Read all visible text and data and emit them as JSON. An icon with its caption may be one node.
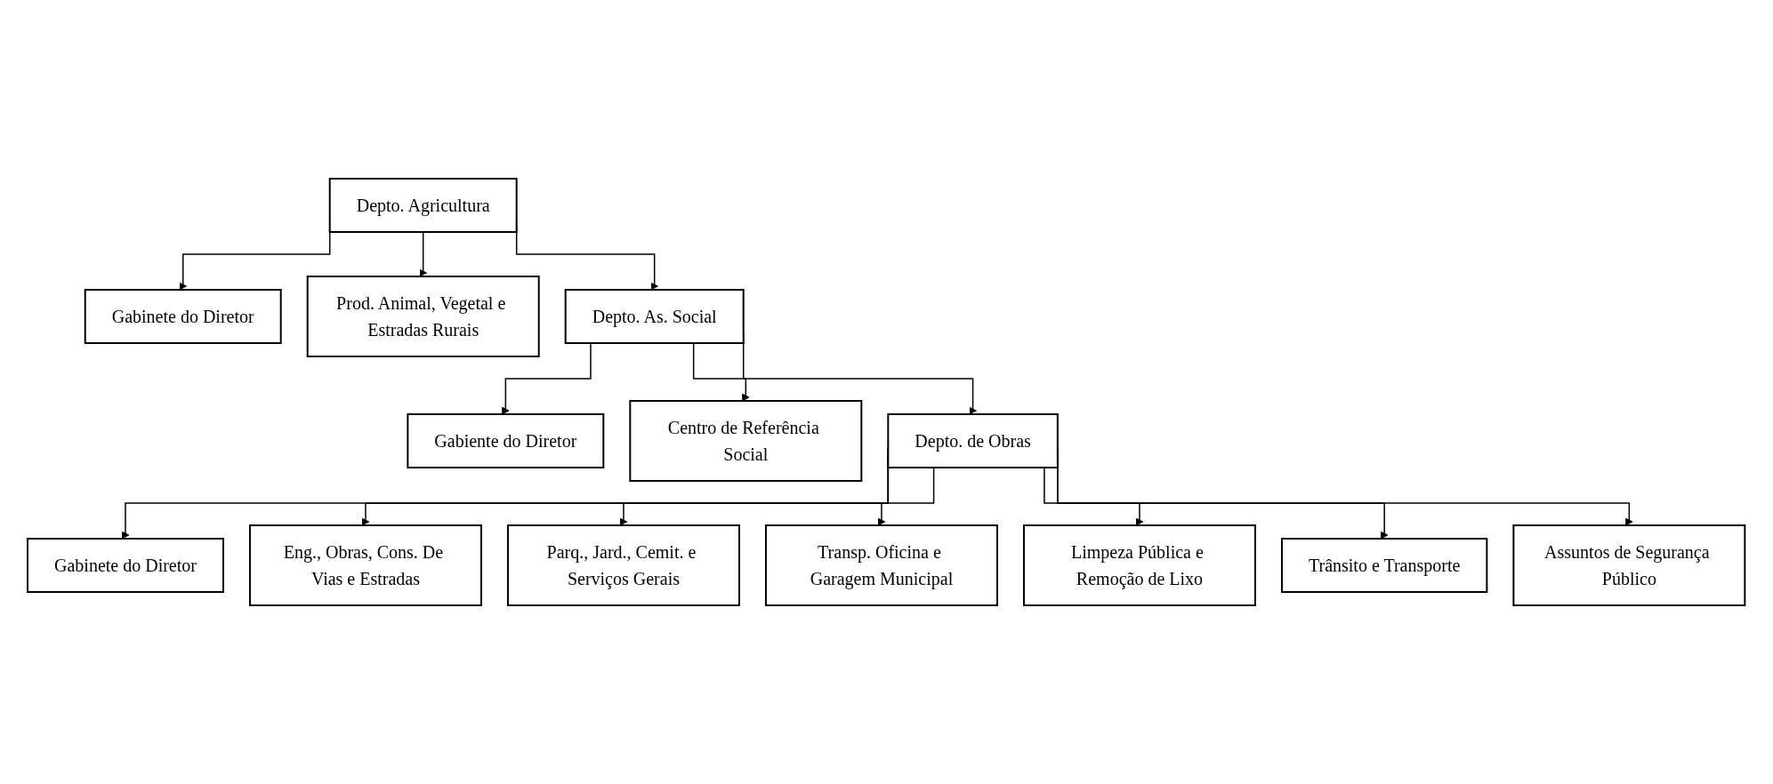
{
  "diagram": {
    "nodes": [
      {
        "text": [
          "Depto. Agricultura"
        ]
      },
      {
        "text": [
          "Gabinete do Diretor"
        ]
      },
      {
        "text": [
          "Prod. Animal, Vegetal e Estradas Rurais"
        ]
      },
      {
        "text": [
          "Depto. As. Social"
        ]
      },
      {
        "text": [
          "Gabiente do Diretor"
        ]
      },
      {
        "text": [
          "Centro de Referência Social"
        ]
      },
      {
        "text": [
          "Depto. de Obras"
        ]
      },
      {
        "text": [
          "Gabinete do Diretor"
        ]
      },
      {
        "text": [
          "Eng., Obras, Cons. De Vias e Estradas"
        ]
      },
      {
        "text": [
          "Parq., Jard., Cemit. e Serviços Gerais"
        ]
      },
      {
        "text": [
          "Transp. Oficina e Garagem Municipal"
        ]
      },
      {
        "text": [
          "Limpeza Pública e Remoção de Lixo"
        ]
      },
      {
        "text": [
          "Trânsito e Transporte"
        ]
      },
      {
        "text": [
          "Assuntos de Segurança Público"
        ]
      }
    ],
    "edges": [
      {
        "from": 0,
        "to": 1,
        "arrow": "to"
      },
      {
        "from": 0,
        "to": 3,
        "arrow": "to"
      },
      {
        "from": 0,
        "to": 2,
        "arrow": "to"
      },
      {
        "from": 3,
        "to": 4,
        "arrow": "to"
      },
      {
        "from": 3,
        "to": 6,
        "arrow": "to"
      },
      {
        "from": 3,
        "to": 5,
        "arrow": "to"
      },
      {
        "from": 6,
        "to": 7,
        "arrow": "to"
      },
      {
        "from": 6,
        "to": 8,
        "arrow": "to"
      },
      {
        "from": 6,
        "to": 9,
        "arrow": "to"
      },
      {
        "from": 6,
        "to": 10,
        "arrow": "to"
      },
      {
        "from": 6,
        "to": 11,
        "arrow": "to"
      },
      {
        "from": 6,
        "to": 12,
        "arrow": "to"
      },
      {
        "from": 6,
        "to": 13,
        "arrow": "to"
      }
    ]
  }
}
